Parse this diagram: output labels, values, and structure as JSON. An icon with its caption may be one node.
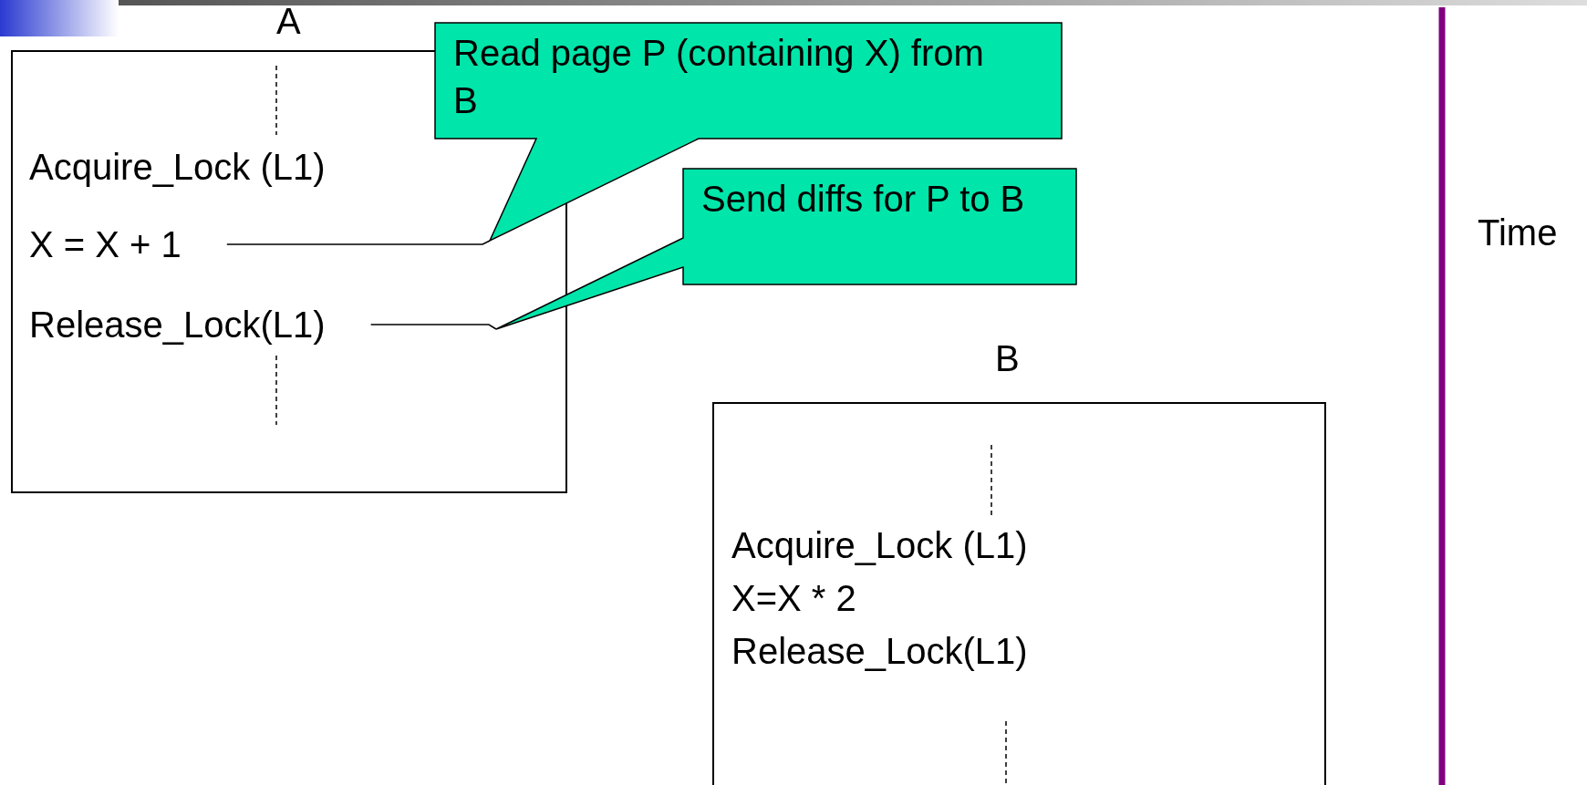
{
  "diagram": {
    "nodes": [
      {
        "text": [
          "A"
        ]
      },
      {
        "text": [
          "Acquire_Lock (L1)"
        ],
        "in": 0
      },
      {
        "text": [
          "X = X + 1"
        ],
        "in": 0
      },
      {
        "text": [
          "Release_Lock(L1)"
        ],
        "in": 0
      },
      {
        "text": [
          "Read page P (containing X) from B"
        ]
      },
      {
        "text": [
          "Send diffs for P to B"
        ]
      },
      {
        "text": [
          "B",
          "Acquire_Lock (L1)",
          "X=X * 2",
          "Release_Lock(L1)"
        ]
      }
    ],
    "edges": [
      {
        "from": 2,
        "to": 4,
        "arrow": "none"
      },
      {
        "from": 3,
        "to": 5,
        "arrow": "none"
      }
    ],
    "labels": [
      "Time"
    ]
  }
}
